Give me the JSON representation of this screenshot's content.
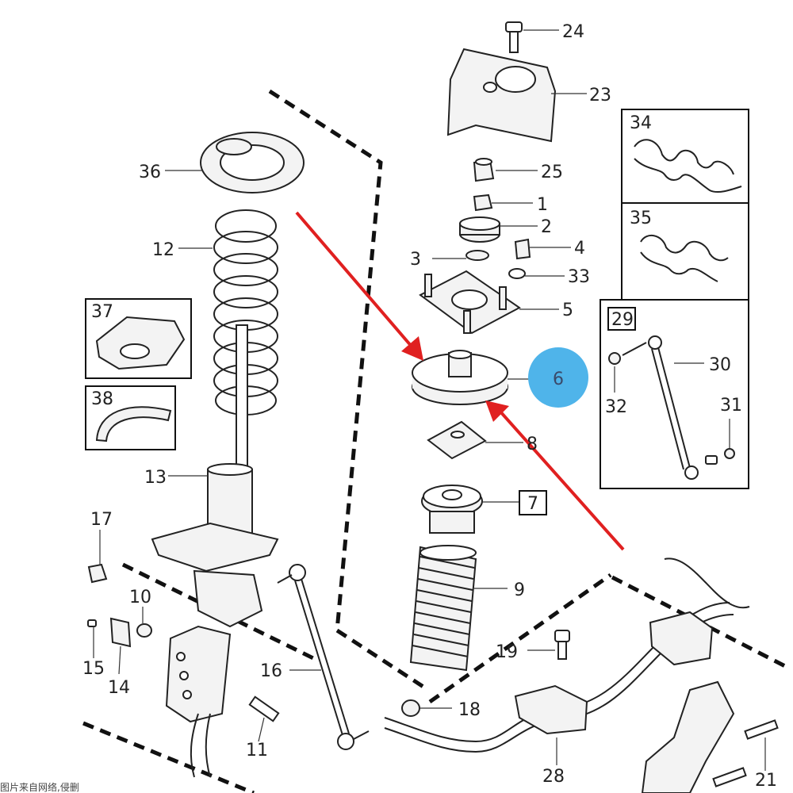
{
  "diagram": {
    "callouts": [
      {
        "id": "c1",
        "text": "1"
      },
      {
        "id": "c2",
        "text": "2"
      },
      {
        "id": "c3",
        "text": "3"
      },
      {
        "id": "c4",
        "text": "4"
      },
      {
        "id": "c5",
        "text": "5"
      },
      {
        "id": "c6",
        "text": "6"
      },
      {
        "id": "c7",
        "text": "7"
      },
      {
        "id": "c8",
        "text": "8"
      },
      {
        "id": "c9",
        "text": "9"
      },
      {
        "id": "c10",
        "text": "10"
      },
      {
        "id": "c11",
        "text": "11"
      },
      {
        "id": "c12",
        "text": "12"
      },
      {
        "id": "c13",
        "text": "13"
      },
      {
        "id": "c14",
        "text": "14"
      },
      {
        "id": "c15",
        "text": "15"
      },
      {
        "id": "c16",
        "text": "16"
      },
      {
        "id": "c17",
        "text": "17"
      },
      {
        "id": "c18",
        "text": "18"
      },
      {
        "id": "c19",
        "text": "19"
      },
      {
        "id": "c21",
        "text": "21"
      },
      {
        "id": "c23",
        "text": "23"
      },
      {
        "id": "c24",
        "text": "24"
      },
      {
        "id": "c25",
        "text": "25"
      },
      {
        "id": "c28",
        "text": "28"
      },
      {
        "id": "c29",
        "text": "29"
      },
      {
        "id": "c30",
        "text": "30"
      },
      {
        "id": "c31",
        "text": "31"
      },
      {
        "id": "c32",
        "text": "32"
      },
      {
        "id": "c33",
        "text": "33"
      },
      {
        "id": "c34",
        "text": "34"
      },
      {
        "id": "c35",
        "text": "35"
      },
      {
        "id": "c36",
        "text": "36"
      },
      {
        "id": "c37",
        "text": "37"
      },
      {
        "id": "c38",
        "text": "38"
      }
    ],
    "highlight_label": "6",
    "highlight_color": "#4fb4ea",
    "arrow_color": "#e02020",
    "watermark": "图片来自网络,侵删"
  }
}
